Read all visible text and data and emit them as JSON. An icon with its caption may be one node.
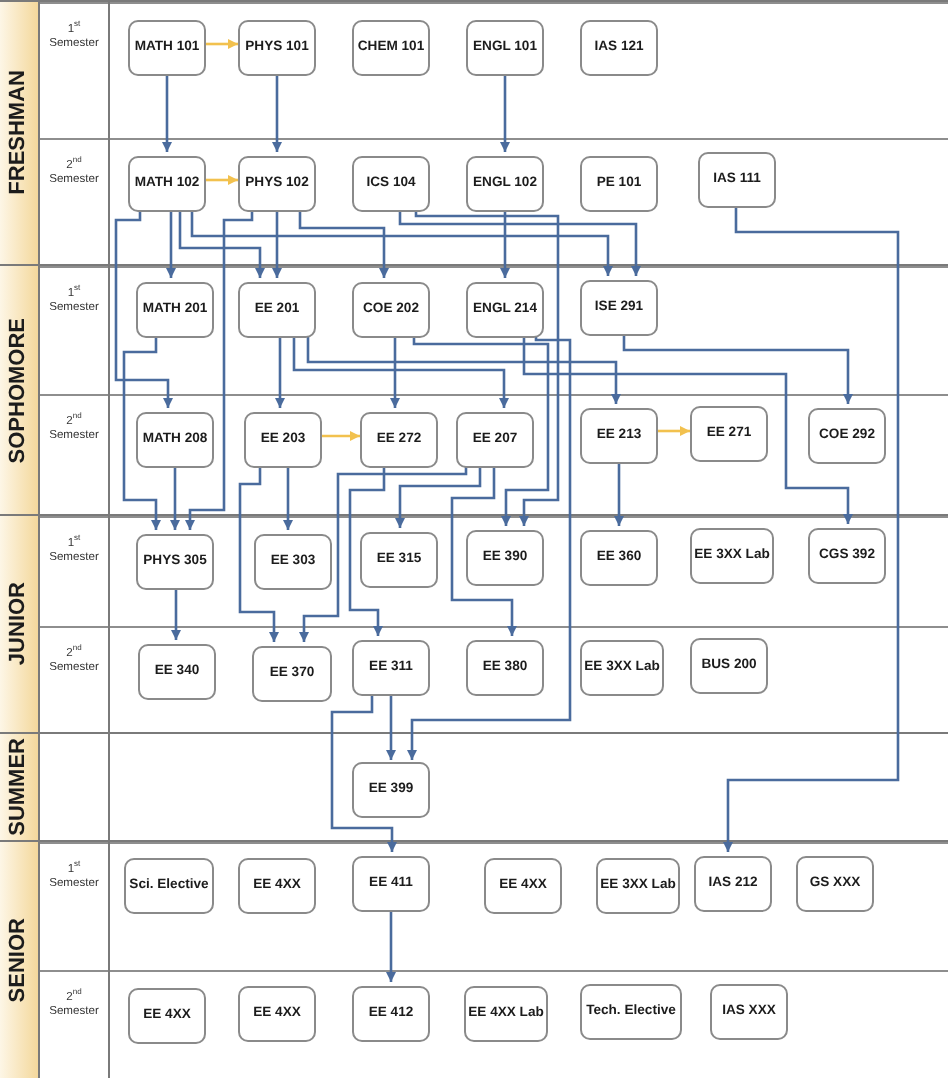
{
  "diagram": {
    "nodes": [
      {
        "text": [
          "FRESHMAN"
        ]
      },
      {
        "text": [
          "1$^{st}$ Semester"
        ],
        "in": 0
      },
      {
        "text": [
          "MATH 101"
        ],
        "in": 1
      },
      {
        "text": [
          "PHYS 101"
        ],
        "in": 1
      },
      {
        "text": [
          "CHEM 101"
        ],
        "in": 1
      },
      {
        "text": [
          "ENGL 101"
        ],
        "in": 1
      },
      {
        "text": [
          "IAS 121"
        ],
        "in": 1
      },
      {
        "text": [
          "2$^{nd}$ Semester"
        ],
        "in": 0
      },
      {
        "text": [
          "MATH 102"
        ],
        "in": 7
      },
      {
        "text": [
          "PHYS 102"
        ],
        "in": 7
      },
      {
        "text": [
          "ICS 104"
        ],
        "in": 7
      },
      {
        "text": [
          "ENGL 102"
        ],
        "in": 7
      },
      {
        "text": [
          "PE 101"
        ],
        "in": 7
      },
      {
        "text": [
          "IAS 111"
        ],
        "in": 7
      },
      {
        "text": [
          "SOPHOMORE"
        ]
      },
      {
        "text": [
          "1$^{st}$ Semester"
        ],
        "in": 14
      },
      {
        "text": [
          "MATH 201"
        ],
        "in": 15
      },
      {
        "text": [
          "EE 201"
        ],
        "in": 15
      },
      {
        "text": [
          "COE 202"
        ],
        "in": 15
      },
      {
        "text": [
          "ENGL 214"
        ],
        "in": 15
      },
      {
        "text": [
          "ISE 291"
        ],
        "in": 15
      },
      {
        "text": [
          "2$^{nd}$ Semester"
        ],
        "in": 14
      },
      {
        "text": [
          "MATH 208"
        ],
        "in": 21
      },
      {
        "text": [
          "EE 203"
        ],
        "in": 21
      },
      {
        "text": [
          "EE 272"
        ],
        "in": 21
      },
      {
        "text": [
          "EE 207"
        ],
        "in": 21
      },
      {
        "text": [
          "EE 213"
        ],
        "in": 21
      },
      {
        "text": [
          "EE 271"
        ],
        "in": 21
      },
      {
        "text": [
          "COE 292"
        ],
        "in": 21
      },
      {
        "text": [
          "JUNIOR"
        ]
      },
      {
        "text": [
          "1$^{st}$ Semester"
        ],
        "in": 29
      },
      {
        "text": [
          "PHYS 305"
        ],
        "in": 30
      },
      {
        "text": [
          "EE 303"
        ],
        "in": 30
      },
      {
        "text": [
          "EE 315"
        ],
        "in": 30
      },
      {
        "text": [
          "EE 390"
        ],
        "in": 30
      },
      {
        "text": [
          "EE 360"
        ],
        "in": 30
      },
      {
        "text": [
          "EE 3XX Lab"
        ],
        "in": 30
      },
      {
        "text": [
          "CGS 392"
        ],
        "in": 30
      },
      {
        "text": [
          "2$^{nd}$ Semester"
        ],
        "in": 29
      },
      {
        "text": [
          "EE 340"
        ],
        "in": 38
      },
      {
        "text": [
          "EE 370"
        ],
        "in": 38
      },
      {
        "text": [
          "EE 311"
        ],
        "in": 38
      },
      {
        "text": [
          "EE 380"
        ],
        "in": 38
      },
      {
        "text": [
          "EE 3XX Lab"
        ],
        "in": 38
      },
      {
        "text": [
          "BUS 200"
        ],
        "in": 38
      },
      {
        "text": [
          "SUMMER"
        ]
      },
      {
        "text": [
          "EE 399"
        ],
        "in": 45
      },
      {
        "text": [
          "SENIOR"
        ]
      },
      {
        "text": [
          "1$^{st}$ Semester"
        ],
        "in": 47
      },
      {
        "text": [
          "Sci. Elective"
        ],
        "in": 48
      },
      {
        "text": [
          "EE 4XX"
        ],
        "in": 48
      },
      {
        "text": [
          "EE 411"
        ],
        "in": 48
      },
      {
        "text": [
          "EE 4XX"
        ],
        "in": 48
      },
      {
        "text": [
          "EE 3XX Lab"
        ],
        "in": 48
      },
      {
        "text": [
          "IAS 212"
        ],
        "in": 48
      },
      {
        "text": [
          "GS XXX"
        ],
        "in": 48
      },
      {
        "text": [
          "2$^{nd}$ Semester"
        ],
        "in": 47
      },
      {
        "text": [
          "EE 4XX"
        ],
        "in": 56
      },
      {
        "text": [
          "EE 4XX"
        ],
        "in": 56
      },
      {
        "text": [
          "EE 412"
        ],
        "in": 56
      },
      {
        "text": [
          "EE 4XX Lab"
        ],
        "in": 56
      },
      {
        "text": [
          "Tech. Elective"
        ],
        "in": 56
      },
      {
        "text": [
          "IAS XXX"
        ],
        "in": 56
      }
    ],
    "edges": [
      {
        "from": 2,
        "to": 3,
        "arrow": "to",
        "color": "#f2c14e"
      },
      {
        "from": 2,
        "to": 8,
        "arrow": "to"
      },
      {
        "from": 3,
        "to": 9,
        "arrow": "to"
      },
      {
        "from": 5,
        "to": 11,
        "arrow": "to"
      },
      {
        "from": 8,
        "to": 9,
        "arrow": "to",
        "color": "#f2c14e"
      },
      {
        "from": 8,
        "to": 16,
        "arrow": "to"
      },
      {
        "from": 8,
        "to": 17,
        "arrow": "to"
      },
      {
        "from": 8,
        "to": 20,
        "arrow": "to"
      },
      {
        "from": 8,
        "to": 22,
        "arrow": "to"
      },
      {
        "from": 9,
        "to": 17,
        "arrow": "to"
      },
      {
        "from": 9,
        "to": 18,
        "arrow": "to"
      },
      {
        "from": 9,
        "to": 31,
        "arrow": "to"
      },
      {
        "from": 10,
        "to": 20,
        "arrow": "to"
      },
      {
        "from": 10,
        "to": 34,
        "arrow": "to"
      },
      {
        "from": 11,
        "to": 19,
        "arrow": "to"
      },
      {
        "from": 13,
        "to": 54,
        "arrow": "to"
      },
      {
        "from": 16,
        "to": 31,
        "arrow": "to"
      },
      {
        "from": 17,
        "to": 23,
        "arrow": "to"
      },
      {
        "from": 17,
        "to": 25,
        "arrow": "to"
      },
      {
        "from": 17,
        "to": 26,
        "arrow": "to"
      },
      {
        "from": 18,
        "to": 24,
        "arrow": "to"
      },
      {
        "from": 18,
        "to": 34,
        "arrow": "to"
      },
      {
        "from": 19,
        "to": 46,
        "arrow": "to"
      },
      {
        "from": 19,
        "to": 37,
        "arrow": "to"
      },
      {
        "from": 20,
        "to": 28,
        "arrow": "to"
      },
      {
        "from": 22,
        "to": 31,
        "arrow": "to"
      },
      {
        "from": 23,
        "to": 24,
        "arrow": "to",
        "color": "#f2c14e"
      },
      {
        "from": 23,
        "to": 32,
        "arrow": "to"
      },
      {
        "from": 23,
        "to": 40,
        "arrow": "to"
      },
      {
        "from": 24,
        "to": 41,
        "arrow": "to"
      },
      {
        "from": 25,
        "to": 33,
        "arrow": "to"
      },
      {
        "from": 25,
        "to": 40,
        "arrow": "to"
      },
      {
        "from": 25,
        "to": 42,
        "arrow": "to"
      },
      {
        "from": 26,
        "to": 27,
        "arrow": "to",
        "color": "#f2c14e"
      },
      {
        "from": 26,
        "to": 35,
        "arrow": "to"
      },
      {
        "from": 31,
        "to": 39,
        "arrow": "to"
      },
      {
        "from": 41,
        "to": 46,
        "arrow": "to"
      },
      {
        "from": 41,
        "to": 51,
        "arrow": "to"
      },
      {
        "from": 51,
        "to": 59,
        "arrow": "to"
      }
    ]
  }
}
